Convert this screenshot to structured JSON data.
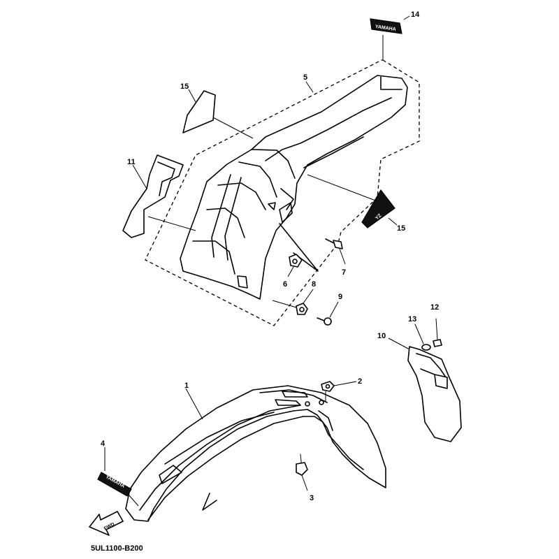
{
  "diagram": {
    "code": "5UL1100-B200",
    "callouts": [
      "1",
      "2",
      "3",
      "4",
      "5",
      "6",
      "7",
      "8",
      "9",
      "10",
      "11",
      "12",
      "13",
      "14",
      "15",
      "15"
    ],
    "front_arrow_label": "FWD",
    "decal_text": "YAMAHA",
    "side_decal_text": "YZ"
  }
}
